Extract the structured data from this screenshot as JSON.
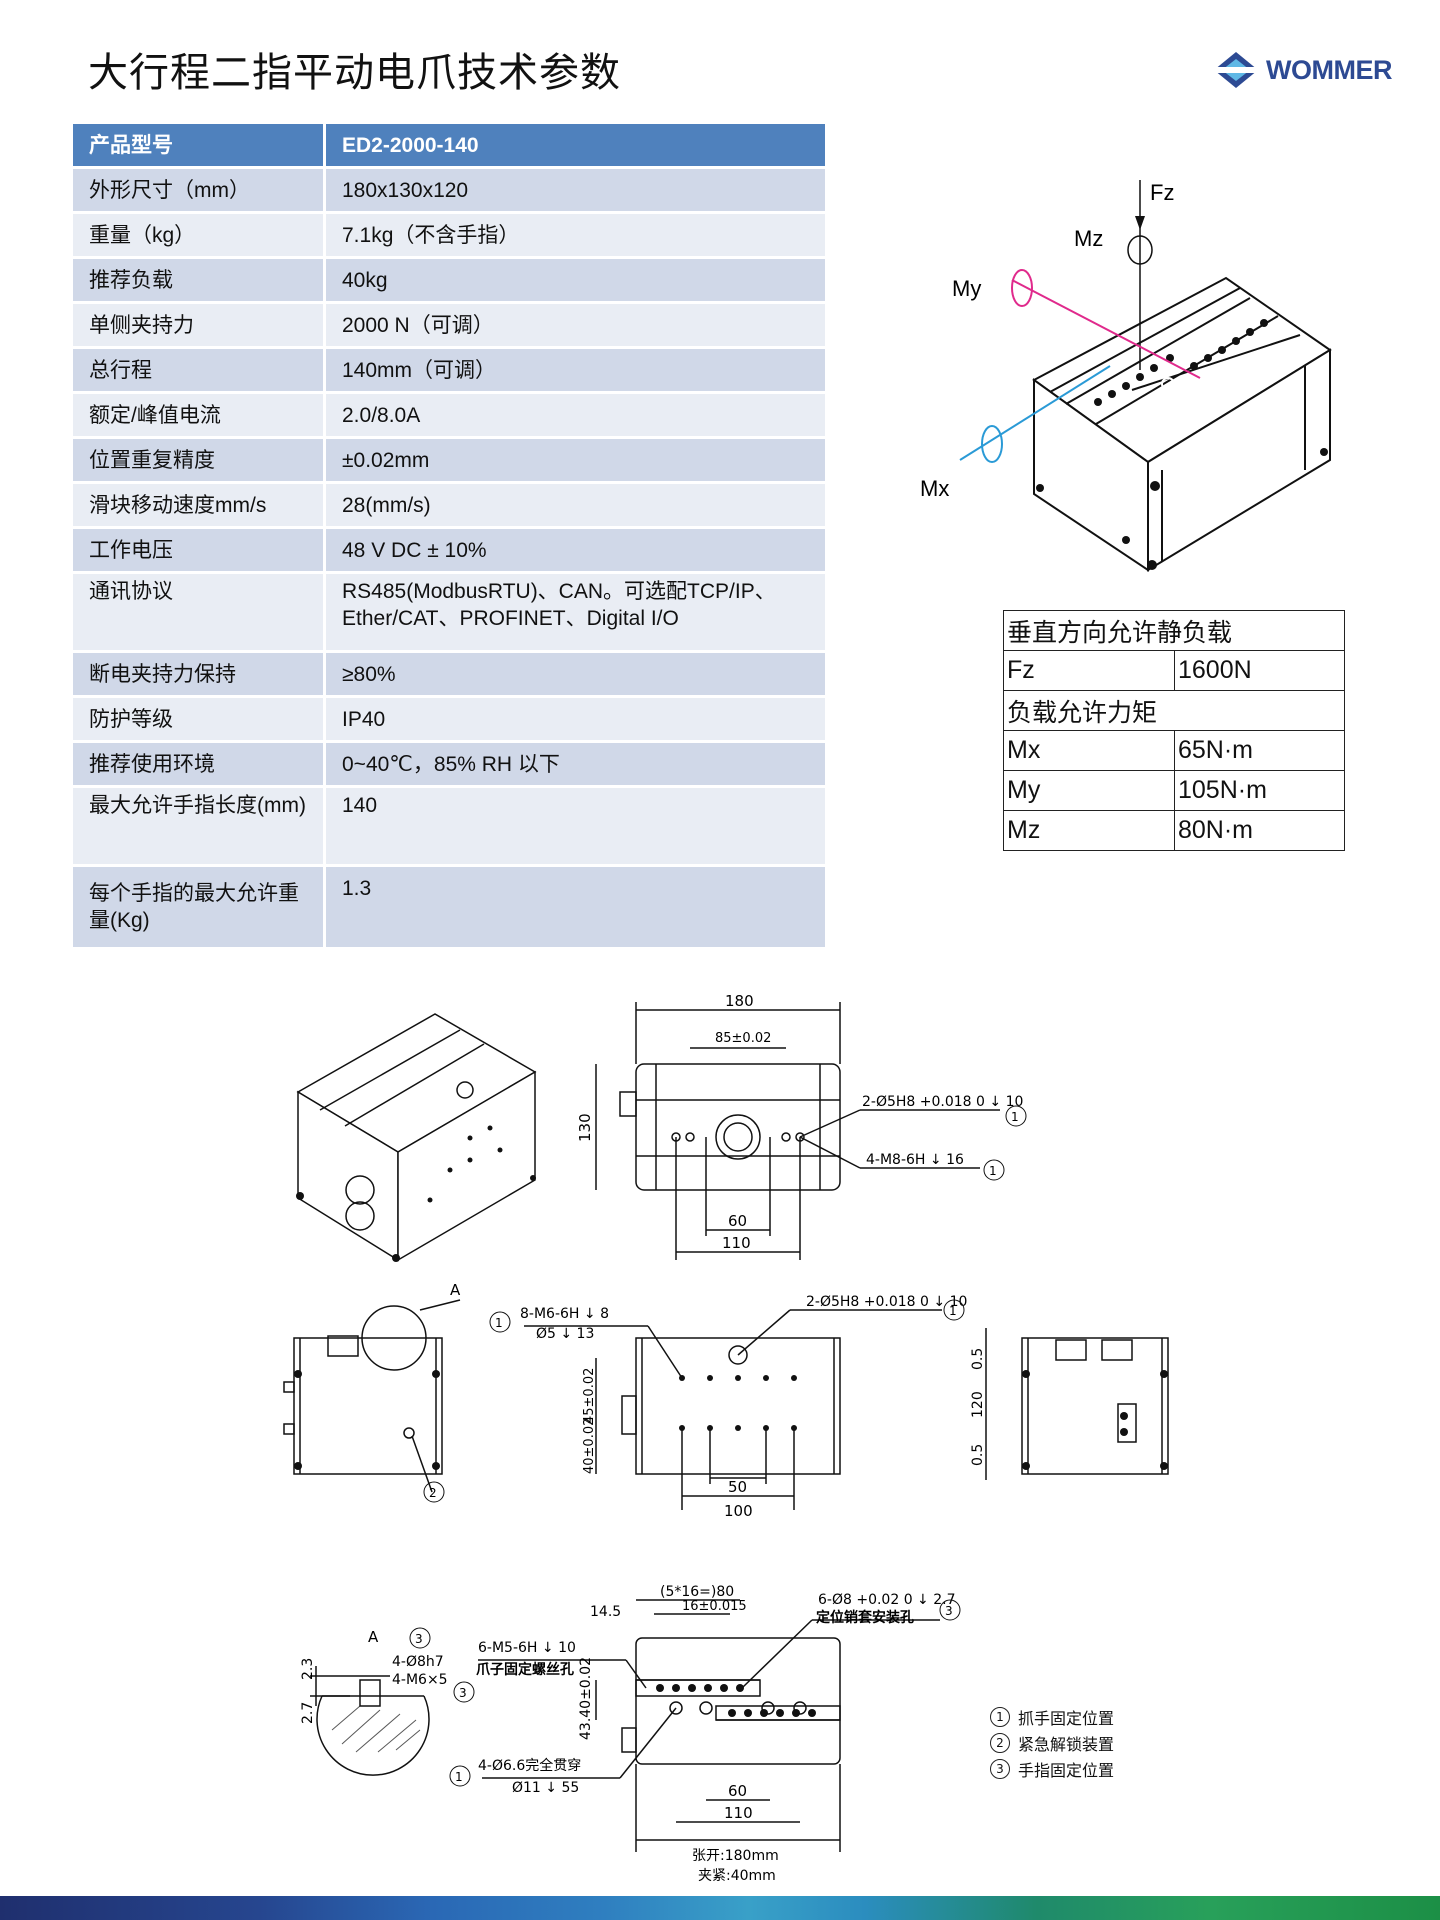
{
  "page": {
    "title": "大行程二指平动电爪技术参数"
  },
  "logo": {
    "text": "WOMMER"
  },
  "specs": {
    "header": {
      "key": "产品型号",
      "value": "ED2-2000-140"
    },
    "rows": [
      {
        "key": "外形尺寸（mm）",
        "value": "180x130x120"
      },
      {
        "key": "重量（kg）",
        "value": "7.1kg（不含手指）"
      },
      {
        "key": "推荐负载",
        "value": "40kg"
      },
      {
        "key": "单侧夹持力",
        "value": "2000 N（可调）"
      },
      {
        "key": "总行程",
        "value": "140mm（可调）"
      },
      {
        "key": "额定/峰值电流",
        "value": "2.0/8.0A"
      },
      {
        "key": "位置重复精度",
        "value": "±0.02mm"
      },
      {
        "key": "滑块移动速度mm/s",
        "value": "28(mm/s)"
      },
      {
        "key": "工作电压",
        "value": "48 V DC ± 10%"
      },
      {
        "key": "通讯协议",
        "value": "RS485(ModbusRTU)、CAN。可选配TCP/IP、Ether/CAT、PROFINET、Digital I/O"
      },
      {
        "key": "断电夹持力保持",
        "value": "≥80%"
      },
      {
        "key": "防护等级",
        "value": "IP40"
      },
      {
        "key": "推荐使用环境",
        "value": "0~40℃，85% RH 以下"
      },
      {
        "key": "最大允许手指长度(mm)",
        "value": "140"
      },
      {
        "key": "每个手指的最大允许重量(Kg)",
        "value": "1.3"
      }
    ]
  },
  "force_diagram": {
    "fz": "Fz",
    "mz": "Mz",
    "my": "My",
    "mx": "Mx"
  },
  "load_table": {
    "heading1": "垂直方向允许静负载",
    "fz_key": "Fz",
    "fz_val": "1600N",
    "heading2": "负载允许力矩",
    "mx_key": "Mx",
    "mx_val": "65N·m",
    "my_key": "My",
    "my_val": "105N·m",
    "mz_key": "Mz",
    "mz_val": "80N·m"
  },
  "dims": {
    "top": {
      "w180": "180",
      "w85": "85±0.02",
      "h130": "130",
      "w60": "60",
      "w110": "110",
      "note1": "2-Ø5H8 +0.018 0 ↓ 10",
      "note2": "4-M8-6H ↓ 16",
      "c1": "1",
      "c2": "1"
    },
    "front": {
      "note1": "8-M6-6H ↓ 8",
      "note1b": "Ø5 ↓ 13",
      "note2": "2-Ø5H8 +0.018 0 ↓ 10",
      "v45": "45±0.02",
      "v40": "40±0.02",
      "w50": "50",
      "w100": "100",
      "c1": "1",
      "c2": "1"
    },
    "left": {
      "a": "A",
      "c": "2"
    },
    "right": {
      "h120": "120",
      "t05a": "0.5",
      "t05b": "0.5"
    },
    "bottom": {
      "w5x16": "(5*16=)80",
      "w145": "14.5",
      "w16": "16±0.015",
      "note_pin": "6-Ø8 +0.02 0 ↓ 2.7",
      "note_pin_label": "定位销套安装孔",
      "note_m5": "6-M5-6H ↓ 10",
      "note_m5_label": "爪子固定螺丝孔",
      "v4340": "43.40±0.02",
      "note_thru": "4-Ø6.6完全贯穿",
      "note_cb": "Ø11 ↓ 55",
      "w60": "60",
      "w110": "110",
      "open": "张开:180mm",
      "close": "夹紧:40mm",
      "c3a": "3",
      "c1": "1"
    },
    "detail": {
      "a": "A",
      "c3": "3",
      "d1": "4-Ø8h7",
      "d2": "4-M6×5",
      "v23": "2.3",
      "v27": "2.7",
      "c3b": "3"
    }
  },
  "legend": [
    {
      "num": "1",
      "label": "抓手固定位置"
    },
    {
      "num": "2",
      "label": "紧急解锁装置"
    },
    {
      "num": "3",
      "label": "手指固定位置"
    }
  ]
}
